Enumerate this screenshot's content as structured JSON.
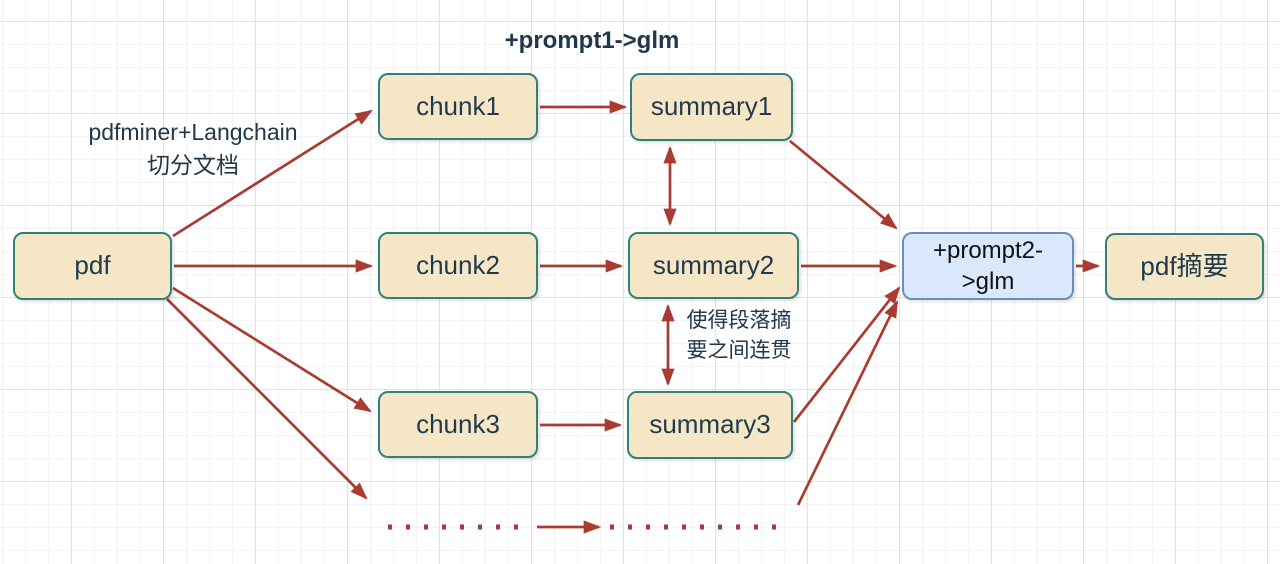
{
  "diagram": {
    "colors": {
      "background": "#ffffff",
      "grid_minor": "#f4f4f4",
      "grid_major": "#e2e2e2",
      "node_fill": "#F5E7C6",
      "node_border": "#31807C",
      "node_text": "#1E3A4C",
      "accent_fill": "#DAE8FC",
      "accent_border": "#6C8EBF",
      "accent_text": "#111111",
      "arrow": "#A93B32",
      "label_text": "#21384A"
    },
    "nodes": [
      {
        "id": "pdf",
        "label": "pdf"
      },
      {
        "id": "chunk1",
        "label": "chunk1"
      },
      {
        "id": "chunk2",
        "label": "chunk2"
      },
      {
        "id": "chunk3",
        "label": "chunk3"
      },
      {
        "id": "summary1",
        "label": "summary1"
      },
      {
        "id": "summary2",
        "label": "summary2"
      },
      {
        "id": "summary3",
        "label": "summary3"
      },
      {
        "id": "prompt2-glm",
        "label": "+prompt2->glm",
        "line1": "+prompt2-",
        "line2": ">glm"
      },
      {
        "id": "pdf-summary",
        "label": "pdf摘要"
      }
    ],
    "annotations": {
      "prompt1": "+prompt1->glm",
      "split_line1": "pdfminer+Langchain",
      "split_line2": "切分文档",
      "coherence_line1": "使得段落摘",
      "coherence_line2": "要之间连贯"
    },
    "edges": [
      {
        "from": "pdf",
        "to": "chunk1"
      },
      {
        "from": "pdf",
        "to": "chunk2"
      },
      {
        "from": "pdf",
        "to": "chunk3"
      },
      {
        "from": "pdf",
        "to": "more-chunks"
      },
      {
        "from": "chunk1",
        "to": "summary1"
      },
      {
        "from": "chunk2",
        "to": "summary2"
      },
      {
        "from": "chunk3",
        "to": "summary3"
      },
      {
        "from": "summary1",
        "to": "summary2",
        "bidirectional": true
      },
      {
        "from": "summary2",
        "to": "summary3",
        "bidirectional": true
      },
      {
        "from": "summary1",
        "to": "prompt2-glm"
      },
      {
        "from": "summary2",
        "to": "prompt2-glm"
      },
      {
        "from": "summary3",
        "to": "prompt2-glm"
      },
      {
        "from": "more-summaries",
        "to": "prompt2-glm"
      },
      {
        "from": "prompt2-glm",
        "to": "pdf-summary"
      },
      {
        "from": "more-chunks",
        "to": "more-summaries",
        "style": "dotted"
      }
    ]
  }
}
